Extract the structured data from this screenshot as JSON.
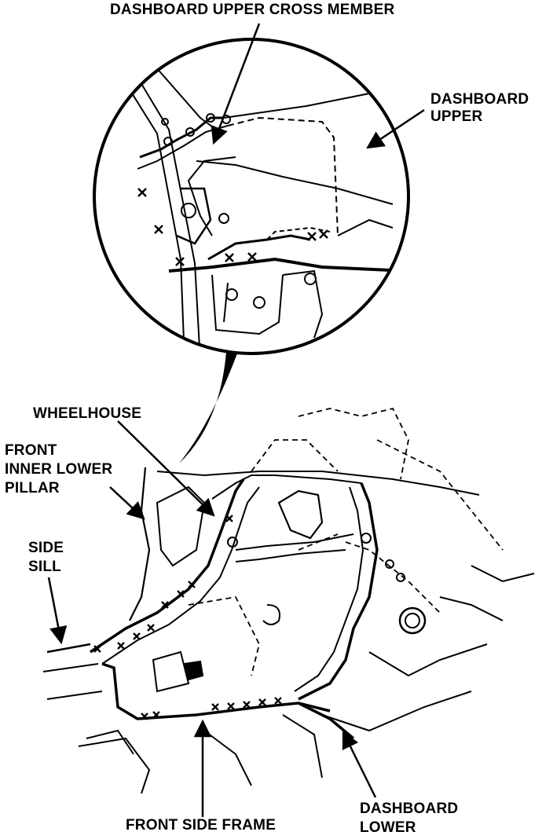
{
  "labels": {
    "dashboard_upper_cross_member": "DASHBOARD UPPER CROSS MEMBER",
    "dashboard_upper": [
      "DASHBOARD",
      "UPPER"
    ],
    "wheelhouse": "WHEELHOUSE",
    "front_inner_lower_pillar": [
      "FRONT",
      "INNER LOWER",
      "PILLAR"
    ],
    "side_sill": [
      "SIDE",
      "SILL"
    ],
    "front_side_frame": "FRONT SIDE FRAME",
    "dashboard_lower": [
      "DASHBOARD",
      "LOWER"
    ]
  }
}
